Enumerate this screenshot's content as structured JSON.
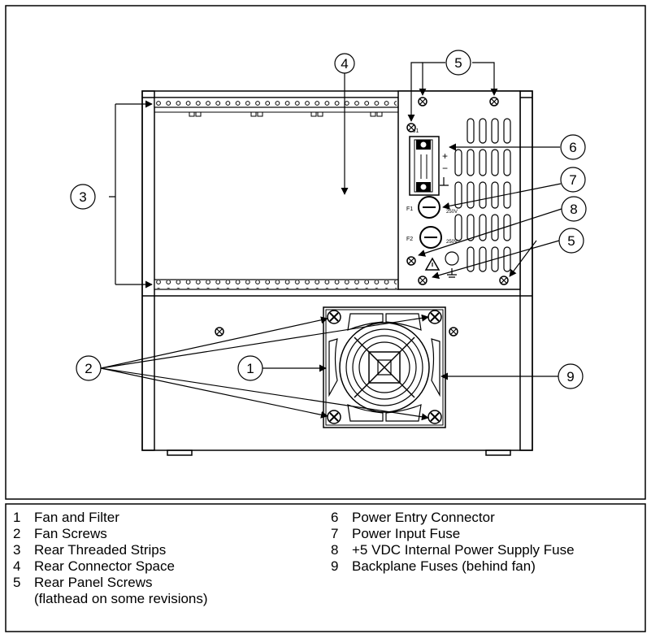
{
  "panel": {
    "j1_label": "J1",
    "plus_label": "+",
    "minus_label": "−",
    "fuse1": {
      "label": "F1",
      "rating": "250V"
    },
    "fuse2": {
      "label": "F2",
      "rating": "250V"
    }
  },
  "callouts": [
    {
      "id": 1,
      "label": "1"
    },
    {
      "id": 2,
      "label": "2"
    },
    {
      "id": 3,
      "label": "3"
    },
    {
      "id": 4,
      "label": "4"
    },
    {
      "id": 5,
      "label": "5"
    },
    {
      "id": 6,
      "label": "6"
    },
    {
      "id": 7,
      "label": "7"
    },
    {
      "id": 8,
      "label": "8"
    },
    {
      "id": 9,
      "label": "9"
    }
  ],
  "legend": {
    "items": [
      {
        "num": "1",
        "text": "Fan and Filter"
      },
      {
        "num": "2",
        "text": "Fan Screws"
      },
      {
        "num": "3",
        "text": "Rear Threaded Strips"
      },
      {
        "num": "4",
        "text": "Rear Connector Space"
      },
      {
        "num": "5",
        "text": "Rear Panel Screws",
        "subtext": "(flathead on some revisions)"
      },
      {
        "num": "6",
        "text": "Power Entry Connector"
      },
      {
        "num": "7",
        "text": "Power Input Fuse"
      },
      {
        "num": "8",
        "text": "+5 VDC Internal Power Supply Fuse"
      },
      {
        "num": "9",
        "text": "Backplane Fuses (behind fan)"
      }
    ]
  }
}
